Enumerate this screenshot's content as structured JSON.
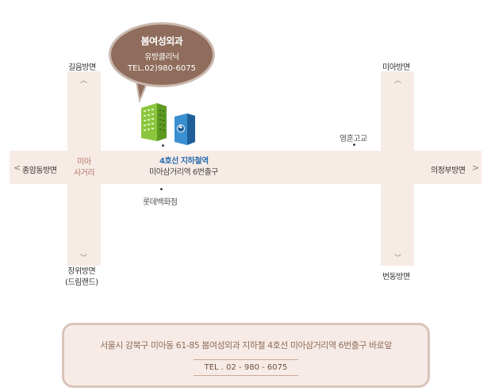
{
  "bubble": {
    "name": "봄여성외과",
    "subtitle": "유방클리닉",
    "tel": "TEL.02)980-6075"
  },
  "labels": {
    "north_left": "길음방면",
    "north_right": "미아방면",
    "west": "종암동방면",
    "east": "의정부방면",
    "south_left_line1": "장위방면",
    "south_left_line2": "(드림랜드)",
    "south_right": "번동방면",
    "junction_line1": "미아",
    "junction_line2": "사거리",
    "school": "영훈고교",
    "store": "롯데백화점",
    "station_name": "4호선 지하철역",
    "station_exit": "미아삼거리역 6번출구"
  },
  "info": {
    "address": "서울시 강북구 미아동 61-85 봄여성외과 지하철 4호선 미아삼거리역 6번출구 바로앞",
    "tel": "TEL . 02 - 980 - 6075"
  },
  "icons": {
    "building": "green-building-icon",
    "subway": "subway-line4-icon",
    "line_number": "4"
  },
  "colors": {
    "road": "#f7ebe6",
    "bubble": "#8f6c5b",
    "station_text": "#2e6fb0",
    "building": "#8cc63f",
    "subway": "#3a8fd0"
  }
}
